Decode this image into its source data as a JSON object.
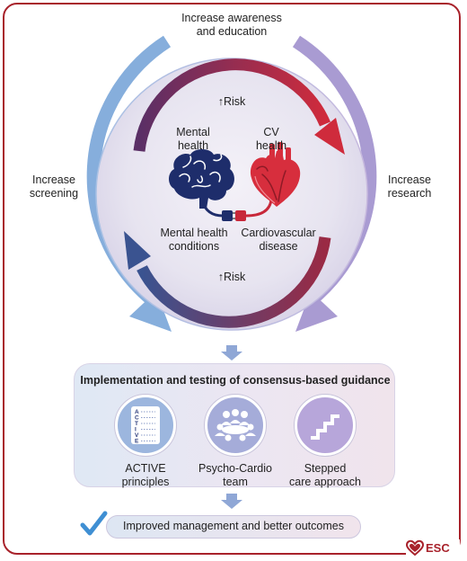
{
  "top_label": [
    "Increase awareness",
    "and education"
  ],
  "left_label": [
    "Increase",
    "screening"
  ],
  "right_label": [
    "Increase",
    "research"
  ],
  "mental_health_label": [
    "Mental",
    "health"
  ],
  "cv_health_label": [
    "CV",
    "health"
  ],
  "mental_conditions_label": [
    "Mental health",
    "conditions"
  ],
  "cv_disease_label": [
    "Cardiovascular",
    "disease"
  ],
  "risk_top": "Risk",
  "risk_bottom": "Risk",
  "risk_arrow_glyph": "↑",
  "guidance": {
    "title": "Implementation and testing of consensus-based guidance",
    "items": [
      {
        "label": [
          "ACTIVE",
          "principles"
        ],
        "icon": "active-checklist-icon",
        "letters": [
          "A",
          "C",
          "T",
          "I",
          "V",
          "E"
        ]
      },
      {
        "label": [
          "Psycho-Cardio",
          "team"
        ],
        "icon": "team-meeting-icon"
      },
      {
        "label": [
          "Stepped",
          "care approach"
        ],
        "icon": "stairs-icon"
      }
    ]
  },
  "outcome_text": "Improved management and better outcomes",
  "logo_text": "ESC",
  "colors": {
    "frame": "#a8222b",
    "arrow_blue": "#7fa8d9",
    "arrow_purple": "#a597cf",
    "risk_red": "#c8283a",
    "risk_navy": "#38508c",
    "brain": "#1e2d6b",
    "check": "#3f8fd3"
  }
}
